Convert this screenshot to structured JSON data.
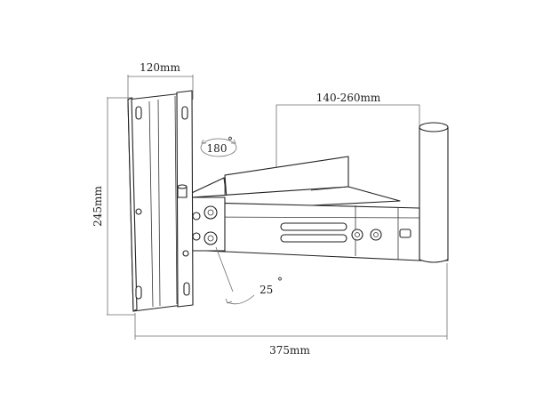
{
  "dimensions": {
    "plate_width": "120mm",
    "arm_extension": "140-260mm",
    "height": "245mm",
    "total_depth": "375mm"
  },
  "angles": {
    "swivel": "180",
    "tilt": "25",
    "degree_mark": "°"
  }
}
